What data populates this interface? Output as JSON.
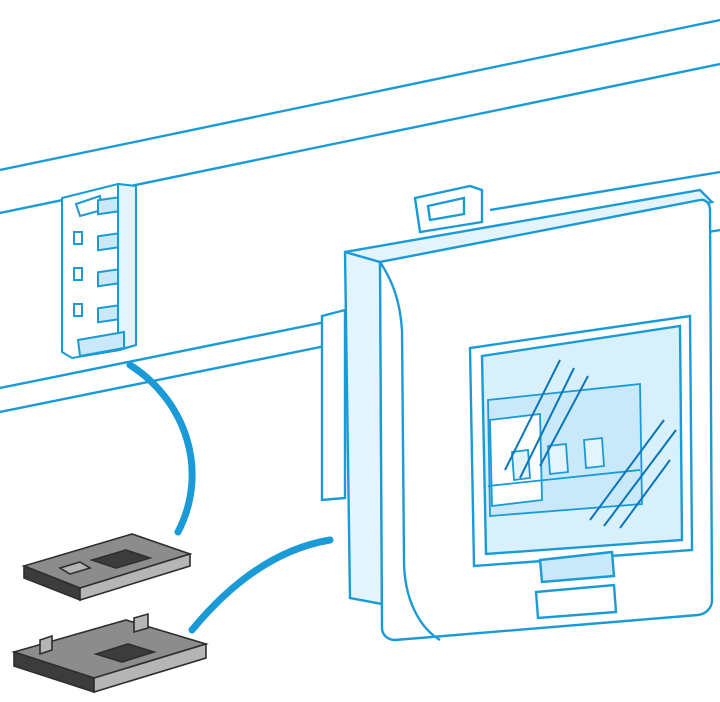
{
  "colors": {
    "line": "#1a9bd7",
    "line_dark": "#0b76b8",
    "fill_light": "#e4f4fd",
    "fill_mid": "#c9e9fa",
    "glass": "#d8f0fc",
    "accessory_fill": "#8c8c8c",
    "accessory_dark": "#3c3c3c",
    "accessory_light": "#b5b5b5",
    "background": "#ffffff"
  },
  "parts": [
    {
      "id": "busbar-trunking"
    },
    {
      "id": "tap-off-outlet"
    },
    {
      "id": "enclosure-box"
    },
    {
      "id": "circuit-breaker"
    },
    {
      "id": "accessory-top"
    },
    {
      "id": "accessory-bottom"
    }
  ]
}
